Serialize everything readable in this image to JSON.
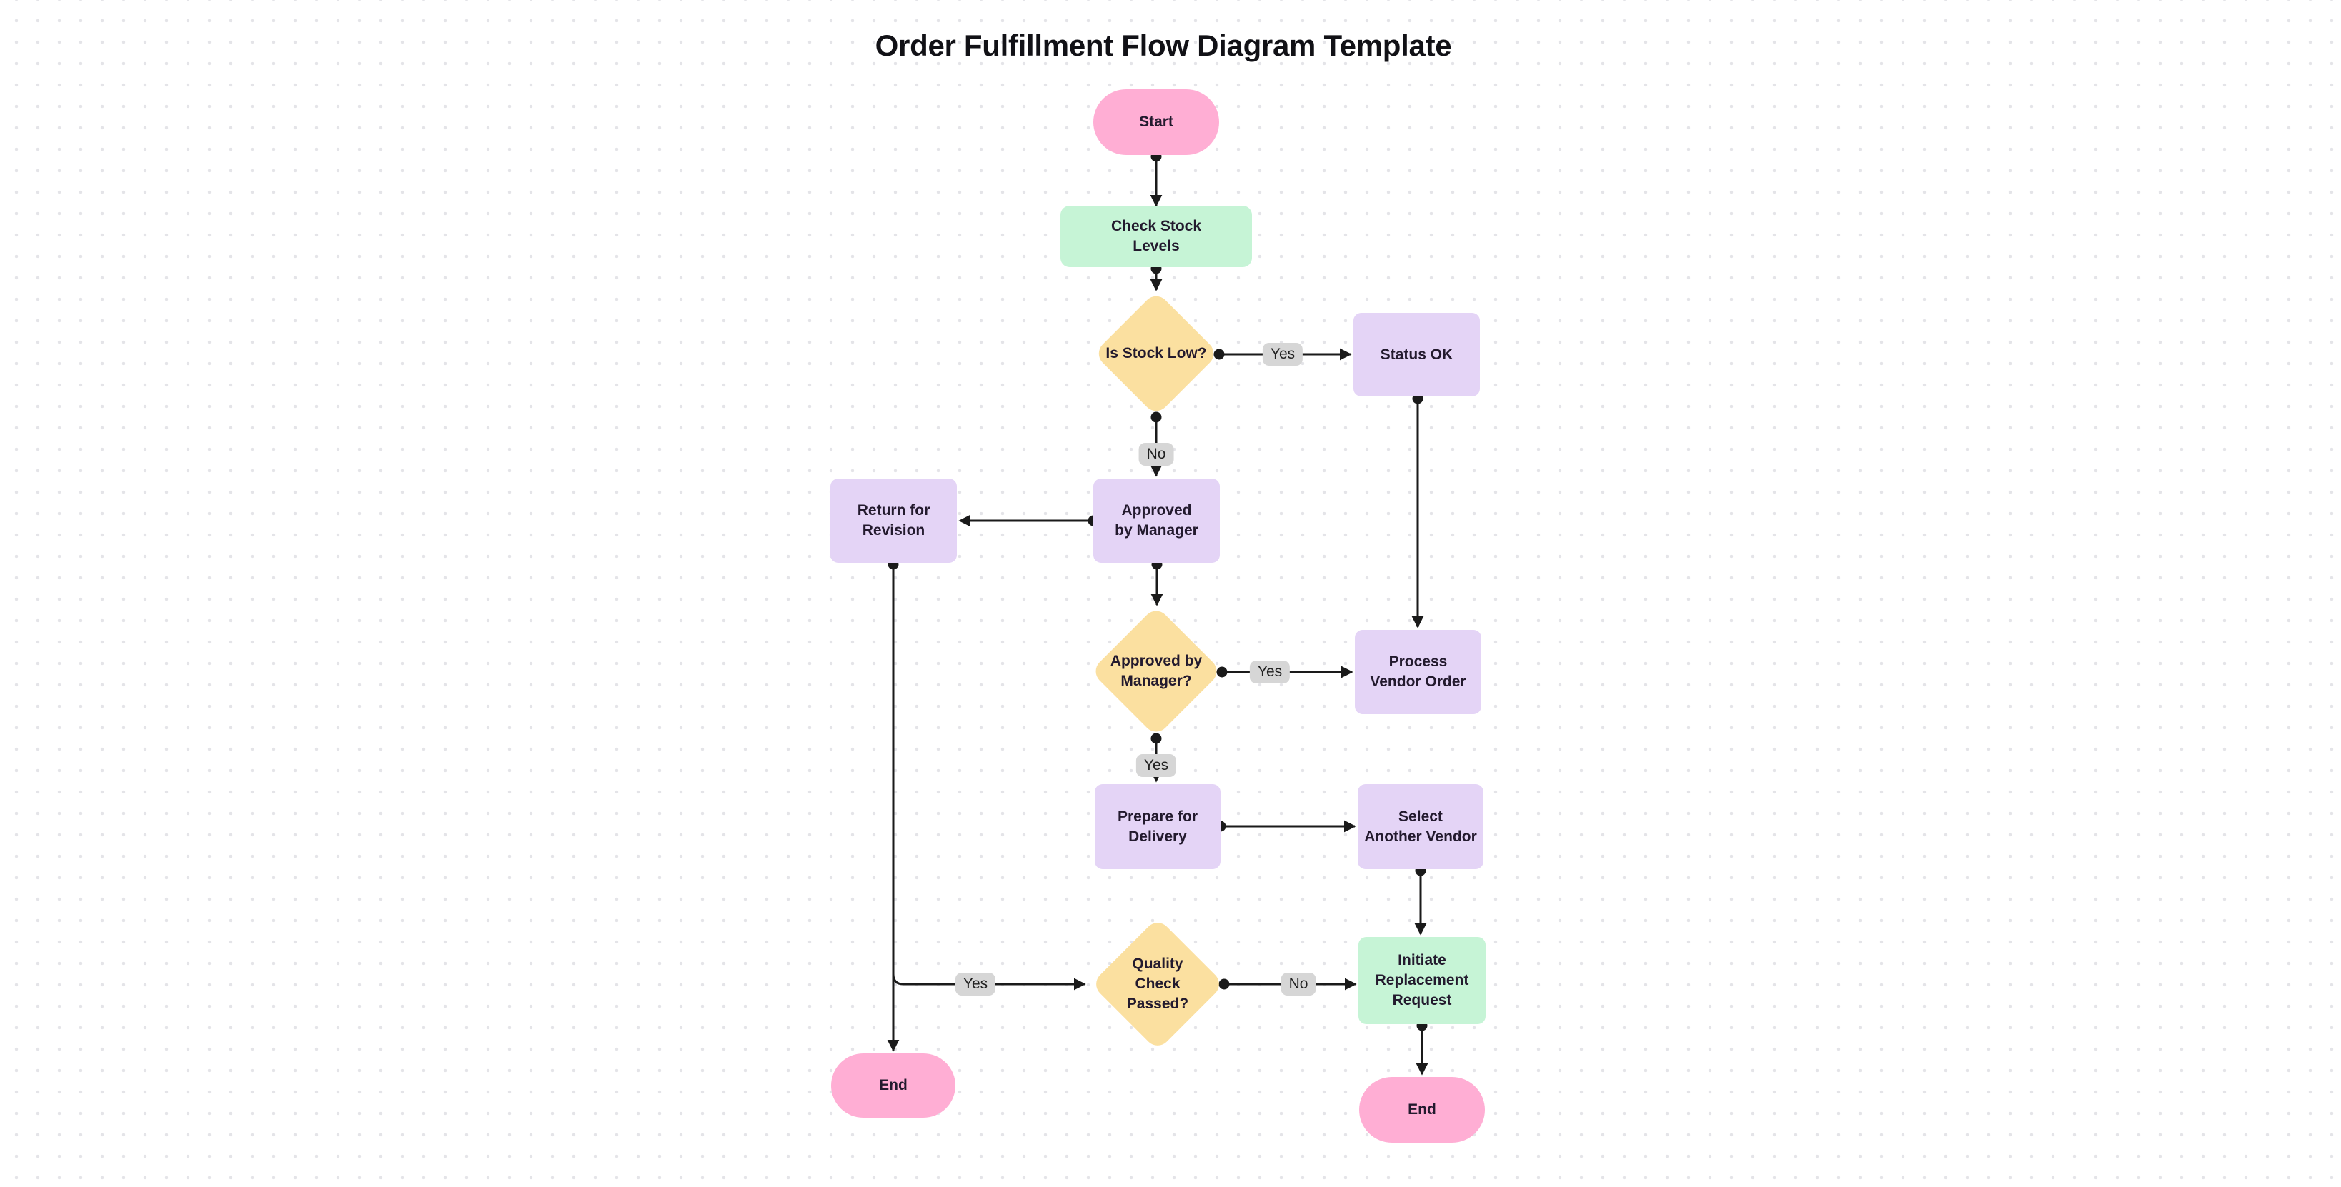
{
  "title": "Order Fulfillment Flow Diagram Template",
  "colors": {
    "bg": "#FFFFFF",
    "dot": "#E4E4E8",
    "edge": "#1A1A1A",
    "pink": "#FFAED4",
    "green": "#C6F4D6",
    "yellow": "#FBE0A0",
    "purple": "#E4D4F6",
    "label-bg": "#D6D6D6",
    "label-text": "#1F1F1F",
    "node-text": "#231A2E",
    "title-text": "#111116"
  },
  "nodes": {
    "start": {
      "label": "Start",
      "type": "terminal"
    },
    "check_stock": {
      "label": "Check Stock\nLevels",
      "type": "process"
    },
    "is_stock_low": {
      "label": "Is Stock Low?",
      "type": "decision"
    },
    "status_ok": {
      "label": "Status OK",
      "type": "process"
    },
    "approved_by_manager": {
      "label": "Approved\nby Manager",
      "type": "process"
    },
    "return_for_revision": {
      "label": "Return for\nRevision",
      "type": "process"
    },
    "approved_by_manager_q": {
      "label": "Approved by\nManager?",
      "type": "decision"
    },
    "process_vendor_order": {
      "label": "Process\nVendor Order",
      "type": "process"
    },
    "prepare_for_delivery": {
      "label": "Prepare for\nDelivery",
      "type": "process"
    },
    "select_another_vendor": {
      "label": "Select\nAnother Vendor",
      "type": "process"
    },
    "quality_check_passed": {
      "label": "Quality\nCheck\nPassed?",
      "type": "decision"
    },
    "initiate_replacement_request": {
      "label": "Initiate\nReplacement\nRequest",
      "type": "process"
    },
    "end_left": {
      "label": "End",
      "type": "terminal"
    },
    "end_right": {
      "label": "End",
      "type": "terminal"
    }
  },
  "edges": {
    "start_to_check": {
      "from": "start",
      "to": "check_stock",
      "label": ""
    },
    "check_to_stock_low": {
      "from": "check_stock",
      "to": "is_stock_low",
      "label": ""
    },
    "stock_low_yes": {
      "from": "is_stock_low",
      "to": "status_ok",
      "label": "Yes"
    },
    "stock_low_no": {
      "from": "is_stock_low",
      "to": "approved_by_manager",
      "label": "No"
    },
    "approved_to_return": {
      "from": "approved_by_manager",
      "to": "return_for_revision",
      "label": ""
    },
    "approved_to_question": {
      "from": "approved_by_manager",
      "to": "approved_by_manager_q",
      "label": ""
    },
    "status_to_process": {
      "from": "status_ok",
      "to": "process_vendor_order",
      "label": ""
    },
    "approved_q_yes_right": {
      "from": "approved_by_manager_q",
      "to": "process_vendor_order",
      "label": "Yes"
    },
    "approved_q_yes_down": {
      "from": "approved_by_manager_q",
      "to": "prepare_for_delivery",
      "label": "Yes"
    },
    "prepare_to_select": {
      "from": "prepare_for_delivery",
      "to": "select_another_vendor",
      "label": ""
    },
    "select_to_initiate": {
      "from": "select_another_vendor",
      "to": "initiate_replacement_request",
      "label": ""
    },
    "quality_no": {
      "from": "quality_check_passed",
      "to": "initiate_replacement_request",
      "label": "No"
    },
    "return_to_end": {
      "from": "return_for_revision",
      "to": "end_left",
      "label": ""
    },
    "return_branch_yes": {
      "from": "return_for_revision",
      "to": "quality_check_passed",
      "label": "Yes"
    },
    "initiate_to_end": {
      "from": "initiate_replacement_request",
      "to": "end_right",
      "label": ""
    }
  }
}
